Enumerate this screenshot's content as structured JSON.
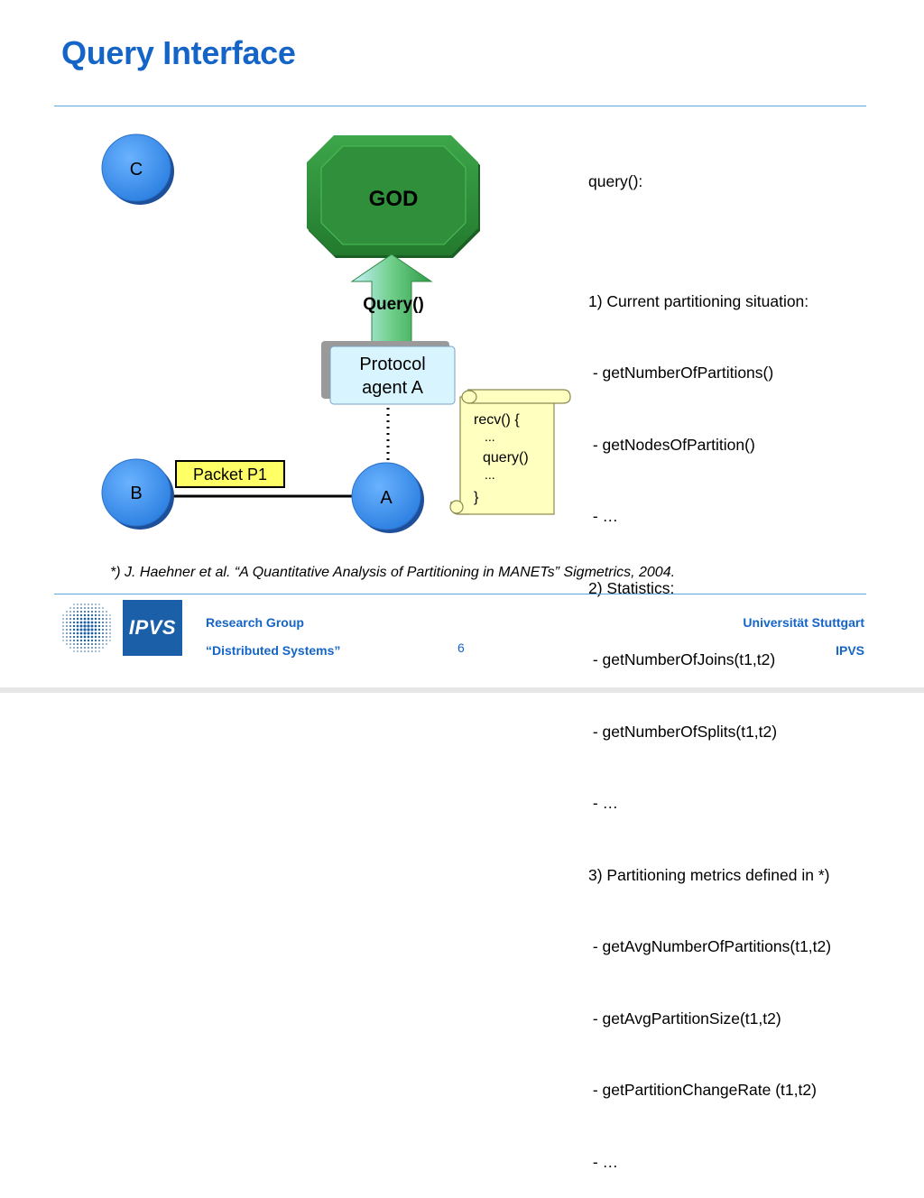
{
  "title": "Query Interface",
  "diagram": {
    "nodes": {
      "c": "C",
      "b": "B",
      "a": "A"
    },
    "god_label": "GOD",
    "query_label": "Query()",
    "protocol_agent": {
      "line1": "Protocol",
      "line2": "agent A"
    },
    "packet_label": "Packet P1",
    "scroll_lines": [
      "recv() {",
      "...",
      "query()",
      "...",
      "}"
    ]
  },
  "query_methods": [
    "query():",
    "",
    "1) Current partitioning situation:",
    " - getNumberOfPartitions()",
    " - getNodesOfPartition()",
    " - …",
    "2) Statistics:",
    " - getNumberOfJoins(t1,t2)",
    " - getNumberOfSplits(t1,t2)",
    " - …",
    "3) Partitioning metrics defined in *)",
    " - getAvgNumberOfPartitions(t1,t2)",
    " - getAvgPartitionSize(t1,t2)",
    " - getPartitionChangeRate (t1,t2)",
    " - …"
  ],
  "footnote": "*) J. Haehner et al. “A Quantitative Analysis of Partitioning in MANETs” Sigmetrics, 2004.",
  "footer": {
    "group_line1": "Research Group",
    "group_line2": "“Distributed Systems”",
    "page_number": "6",
    "university": "Universität Stuttgart",
    "institute": "IPVS",
    "logo_text": "IPVS"
  },
  "colors": {
    "title": "#1565c8",
    "node_fill": "#3a8ee8",
    "god_fill": "#2e9a3a",
    "arrow_fill": "#58c070",
    "agent_fill": "#d8f4ff",
    "packet_fill": "#ffff66",
    "scroll_fill": "#ffffc0",
    "logo_bg": "#1b5fa8"
  }
}
